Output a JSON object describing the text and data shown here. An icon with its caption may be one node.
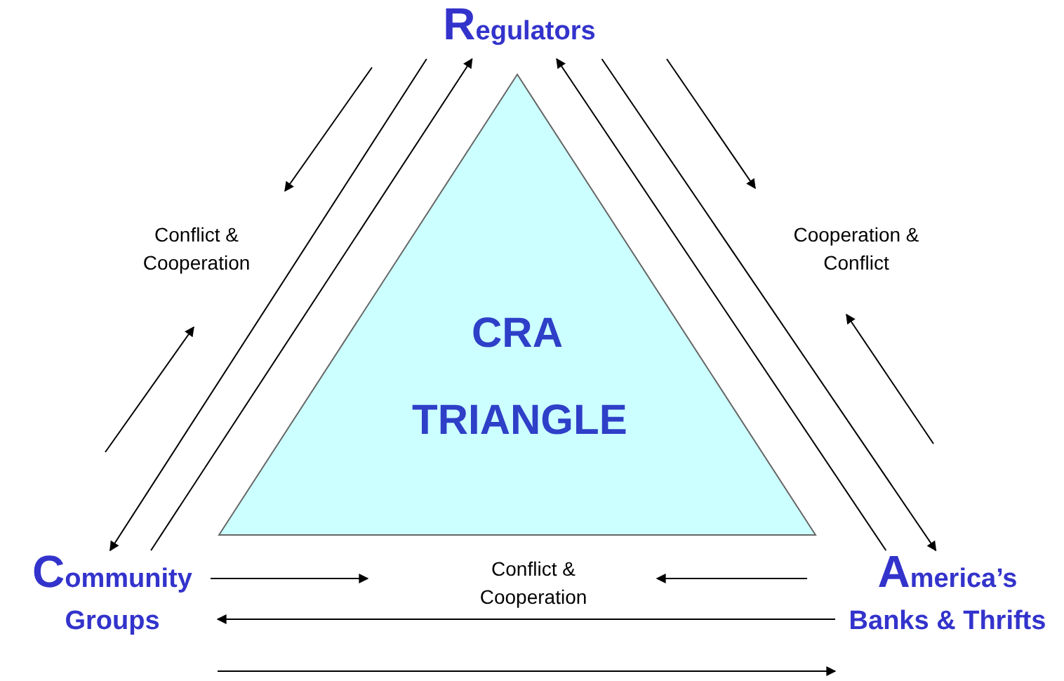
{
  "diagram": {
    "nodes": [
      {
        "text": [
          "Regulators"
        ]
      },
      {
        "text": [
          "Community Groups"
        ]
      },
      {
        "text": [
          "America’s Banks & Thrifts"
        ]
      },
      {
        "text": [
          "CRA TRIANGLE"
        ]
      }
    ],
    "edges": [
      {
        "from": 0,
        "to": 1,
        "arrow": "to"
      },
      {
        "from": 1,
        "to": 0,
        "arrow": "to"
      },
      {
        "from": 0,
        "to": 2,
        "arrow": "to"
      },
      {
        "from": 2,
        "to": 0,
        "arrow": "to"
      },
      {
        "from": 2,
        "to": 1,
        "arrow": "to"
      },
      {
        "from": 1,
        "to": 2,
        "arrow": "to"
      }
    ],
    "labels": [
      "Conflict & Cooperation",
      "Cooperation & Conflict",
      "Conflict & Cooperation"
    ]
  }
}
